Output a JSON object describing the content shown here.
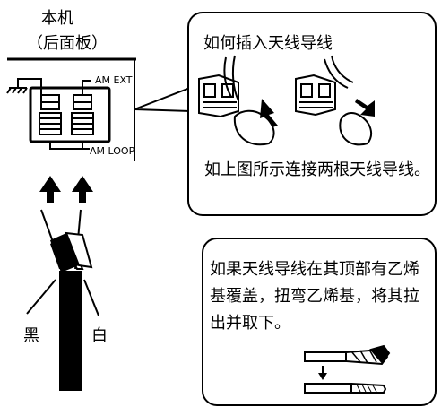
{
  "main_unit": {
    "title": "本机",
    "subtitle": "（后面板）",
    "terminal_am_ext": "AM EXT",
    "terminal_am_loop": "AM LOOP"
  },
  "wire_labels": {
    "black": "黑",
    "white": "白"
  },
  "callout_insert": {
    "title": "如何插入天线导线",
    "body": "如上图所示连接两根天线导线。"
  },
  "callout_strip": {
    "body": "如果天线导线在其顶部有乙烯基覆盖，扭弯乙烯基，将其拉出并取下。"
  }
}
